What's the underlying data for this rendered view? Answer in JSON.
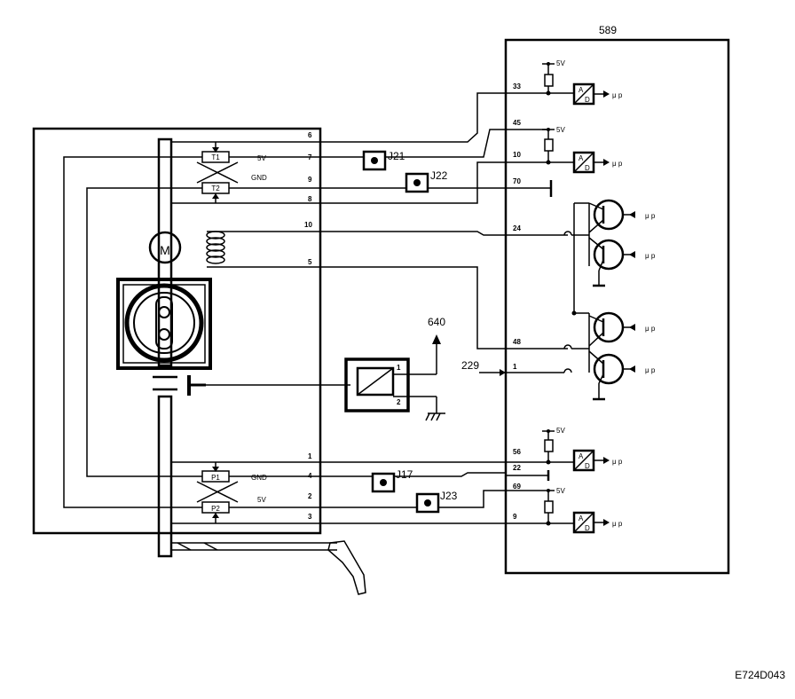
{
  "diagram_id": "E724D043",
  "ecu": {
    "label": "589",
    "pins": {
      "p33": "33",
      "p45": "45",
      "p10": "10",
      "p70": "70",
      "p24": "24",
      "p48": "48",
      "p1": "1",
      "p56": "56",
      "p22": "22",
      "p69": "69",
      "p9": "9"
    },
    "supply": [
      "5V",
      "5V",
      "5V",
      "5V"
    ],
    "ad_up": "μ p",
    "ad_box": [
      "A",
      "D"
    ]
  },
  "actuator": {
    "motor": "M",
    "pins": {
      "p6": "6",
      "p7": "7",
      "p9": "9",
      "p8": "8",
      "p10": "10",
      "p5": "5",
      "p1": "1",
      "p4": "4",
      "p2": "2",
      "p3": "3"
    },
    "sensor_t1": "T1",
    "sensor_t2": "T2",
    "sensor_p1": "P1",
    "sensor_p2": "P2",
    "sig_5v": "5V",
    "sig_gnd": "GND"
  },
  "connectors": {
    "j21": "J21",
    "j22": "J22",
    "j17": "J17",
    "j23": "J23"
  },
  "relay": {
    "label_640": "640",
    "label_229": "229",
    "pin1": "1",
    "pin2": "2"
  }
}
